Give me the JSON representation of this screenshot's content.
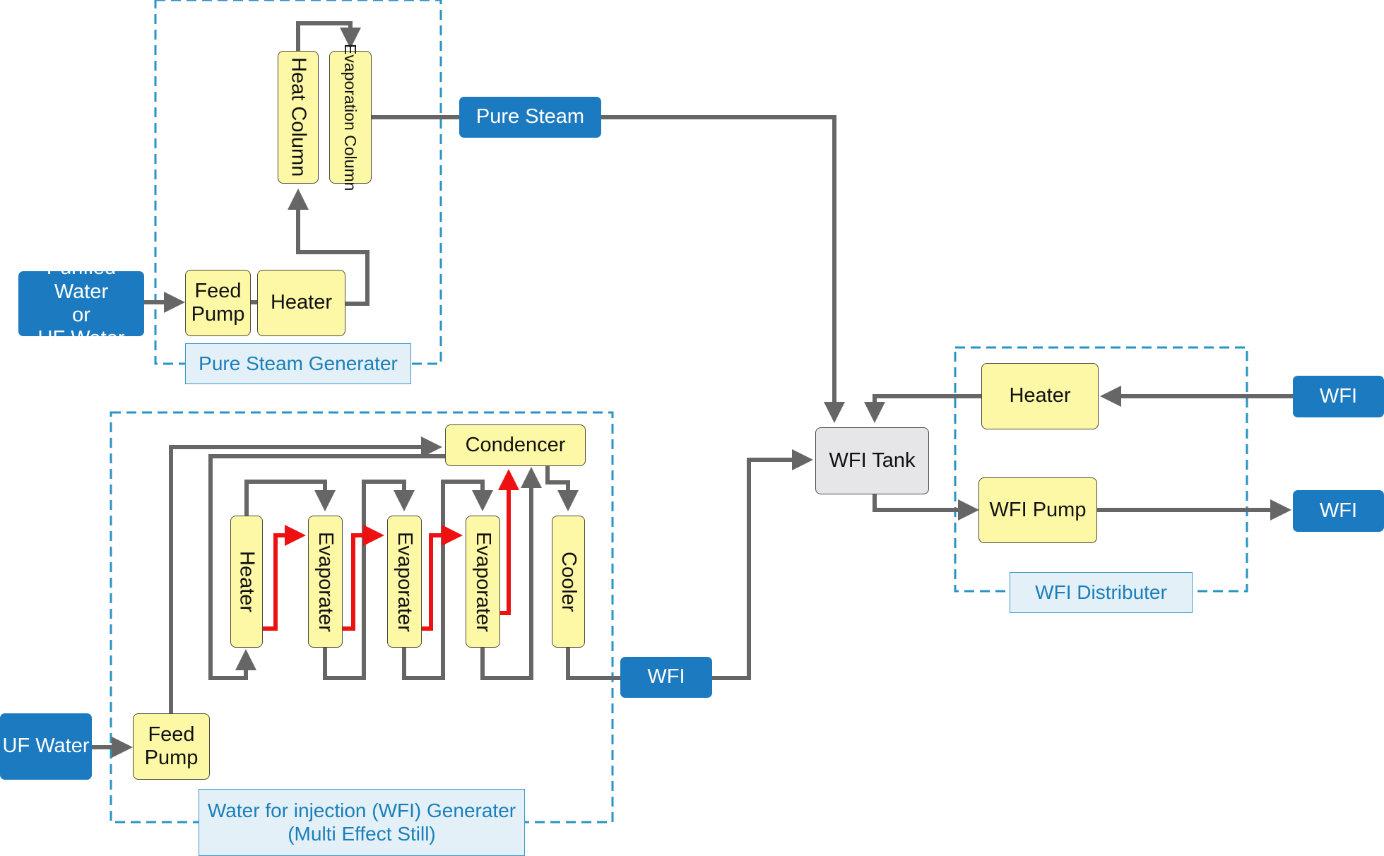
{
  "colors": {
    "process_box": "#fdf8a6",
    "endpoint_box": "#1c7ac0",
    "tank_box": "#e6e6e8",
    "group_border": "#2a93c6",
    "flow_line": "#666666",
    "heat_flow_line": "#ee1111"
  },
  "icons": {
    "flow": "arrow-icon",
    "heat_flow": "red-arrow-icon"
  },
  "inputs": {
    "purified_water": "Purified Water\nor\nUF Water",
    "uf_water": "UF Water"
  },
  "pure_steam_generator": {
    "label": "Pure Steam Generater",
    "feed_pump": "Feed\nPump",
    "heater": "Heater",
    "heat_column": "Heat Column",
    "evaporation_column": "Evaporation Column",
    "output": "Pure Steam"
  },
  "wfi_generator": {
    "label": "Water for injection (WFI) Generater\n(Multi Effect Still)",
    "feed_pump": "Feed\nPump",
    "condenser": "Condencer",
    "heater": "Heater",
    "evaporators": [
      "Evaporater",
      "Evaporater",
      "Evaporater"
    ],
    "cooler": "Cooler",
    "output": "WFI"
  },
  "wfi_tank": "WFI  Tank",
  "wfi_distributer": {
    "label": "WFI  Distributer",
    "heater": "Heater",
    "pump": "WFI  Pump",
    "wfi_in": "WFI",
    "wfi_out": "WFI"
  }
}
